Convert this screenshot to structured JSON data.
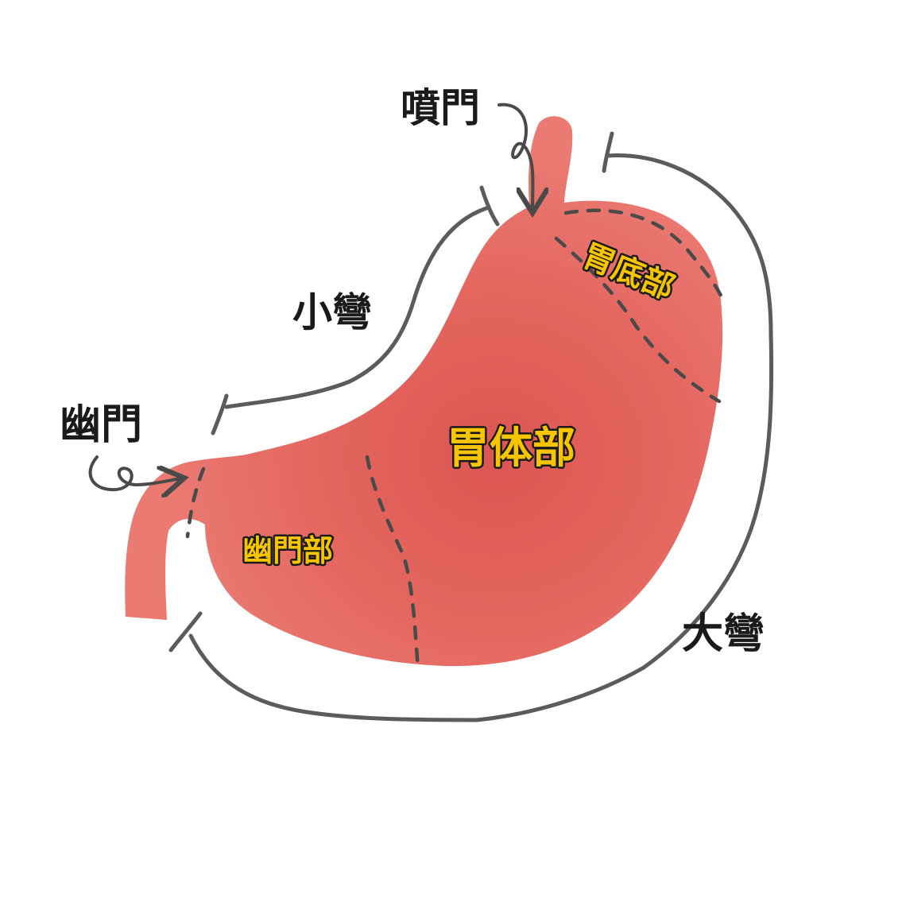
{
  "colors": {
    "stomach_fill": "#e8746c",
    "stomach_dark": "#d9544f",
    "label_yellow": "#f6c500",
    "label_black": "#1a1a1a",
    "line_gray": "#5b5b5b"
  },
  "labels": {
    "cardia": "噴門",
    "lesser_curvature": "小彎",
    "pylorus": "幽門",
    "fundus": "胃底部",
    "body": "胃体部",
    "pyloric_part": "幽門部",
    "greater_curvature": "大彎"
  }
}
